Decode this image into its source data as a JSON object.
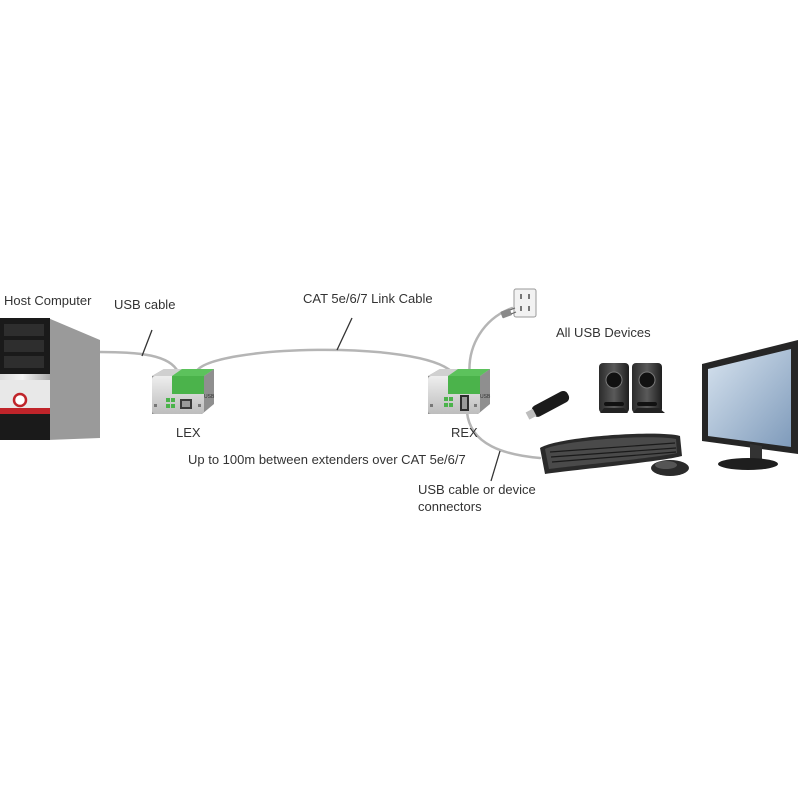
{
  "labels": {
    "host_computer": "Host Computer",
    "usb_cable": "USB cable",
    "link_cable": "CAT 5e/6/7 Link Cable",
    "all_usb_devices": "All USB Devices",
    "lex": "LEX",
    "rex": "REX",
    "distance_note": "Up to 100m between extenders over CAT 5e/6/7",
    "usb_cable_connectors_line1": "USB cable or device",
    "usb_cable_connectors_line2": "connectors",
    "extender_badge": "USB"
  },
  "colors": {
    "cable": "#b5b5b5",
    "extender_green": "#4bb34b",
    "extender_body": "#d8d8d8",
    "pc_red": "#c0242a",
    "pc_black": "#1a1a1a",
    "monitor_dark": "#2a2a2a",
    "screen_blue": "#9fb6cf"
  },
  "icons": {
    "host": "desktop-tower-icon",
    "lex": "usb-extender-local-icon",
    "rex": "usb-extender-remote-icon",
    "power": "wall-outlet-icon",
    "dongle": "usb-dongle-icon",
    "speakers": "speakers-icon",
    "keyboard": "keyboard-icon",
    "mouse": "mouse-icon",
    "monitor": "monitor-icon"
  }
}
